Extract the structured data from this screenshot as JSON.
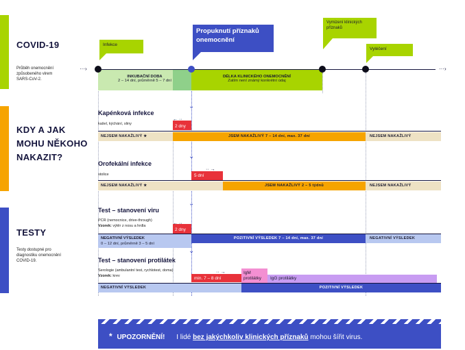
{
  "colors": {
    "green": "#a8d400",
    "lightgreen": "#c9e9b0",
    "midgreen": "#8fd08a",
    "orange": "#f6a400",
    "beige": "#eee2c4",
    "red": "#e8323a",
    "blue": "#3d4fc4",
    "lightblue": "#b8c8f0",
    "pink": "#f38fd2",
    "lavender": "#c89cf2",
    "navy": "#14143c"
  },
  "sections": {
    "covid": {
      "title": "COVID-19",
      "desc": [
        "Průběh onemocnění",
        "způsobeného virem",
        "SARS-CoV-2."
      ]
    },
    "spread": {
      "title": [
        "KDY A JAK",
        "MOHU NĚKOHO",
        "NAKAZIT?"
      ]
    },
    "tests": {
      "title": "TESTY",
      "desc": [
        "Testy dostupné pro",
        "diagnostiku onemocnění",
        "COVID-19."
      ]
    }
  },
  "timeline": {
    "callouts": {
      "infection": "Infekce",
      "symptoms": [
        "Propuknutí příznaků",
        "onemocnění"
      ],
      "clinical_end": [
        "Vymizení klinických",
        "příznaků"
      ],
      "recovery": "Vyléčení"
    },
    "incubation": {
      "title": "INKUBAČNÍ DOBA",
      "detail": "2 – 14 dní, průměrně 5 – 7 dní"
    },
    "clinical": {
      "title": "DÉLKA KLINICKÉHO ONEMOCNĚNÍ",
      "detail": "Zatím není známý konkrétní údaj"
    }
  },
  "lanes": {
    "droplet": {
      "title": "Kapénková infekce",
      "sub": "kašel, kýchání, sliny",
      "lead": "2 dny",
      "not_contagious": "NEJSEM NAKAŽLIVÝ ★",
      "contagious": "JSEM NAKAŽLIVÝ 7 – 14 dní, max. 37 dní",
      "after": "NEJSEM NAKAŽLIVÝ"
    },
    "fecal": {
      "title": "Orofekální infekce",
      "sub": "stolice",
      "lead": "5 dní",
      "not_contagious": "NEJSEM NAKAŽLIVÝ ★",
      "contagious": "JSEM NAKAŽLIVÝ 2 – 5 týdnů",
      "after": "NEJSEM NAKAŽLIVÝ"
    },
    "virus_test": {
      "title": "Test – stanovení viru",
      "sub": "PCR (nemocnice, drive-through)",
      "sample_label": "Vzorek:",
      "sample": "výtěr z nosu a hrdla",
      "lead": "2 dny",
      "negative_title": "NEGATIVNÍ VÝSLEDEK",
      "negative_detail": "0 – 12 dní, průměrně 3 – 5 dní",
      "positive": "POZITIVNÍ VÝSLEDEK 7 – 14 dní, max. 37 dní",
      "after": "NEGATIVNÍ VÝSLEDEK"
    },
    "antibody_test": {
      "title": "Test – stanovení protilátek",
      "sub": "Serologie (ambulantní test, rychlotest, doma)",
      "sample_label": "Vzorek:",
      "sample": "krev",
      "lead": "min. 7 – 8 dní",
      "igm": [
        "IgM",
        "protilátky"
      ],
      "igg": "IgG protilátky",
      "negative": "NEGATIVNÍ VÝSLEDEK",
      "positive": "POZITIVNÍ VÝSLEDEK"
    }
  },
  "warning": {
    "star": "*",
    "label": "UPOZORNĚNÍ!",
    "text_pre": "I lidé ",
    "text_bold": "bez jakýchkoliv klinických příznaků",
    "text_post": " mohou šířit virus."
  }
}
